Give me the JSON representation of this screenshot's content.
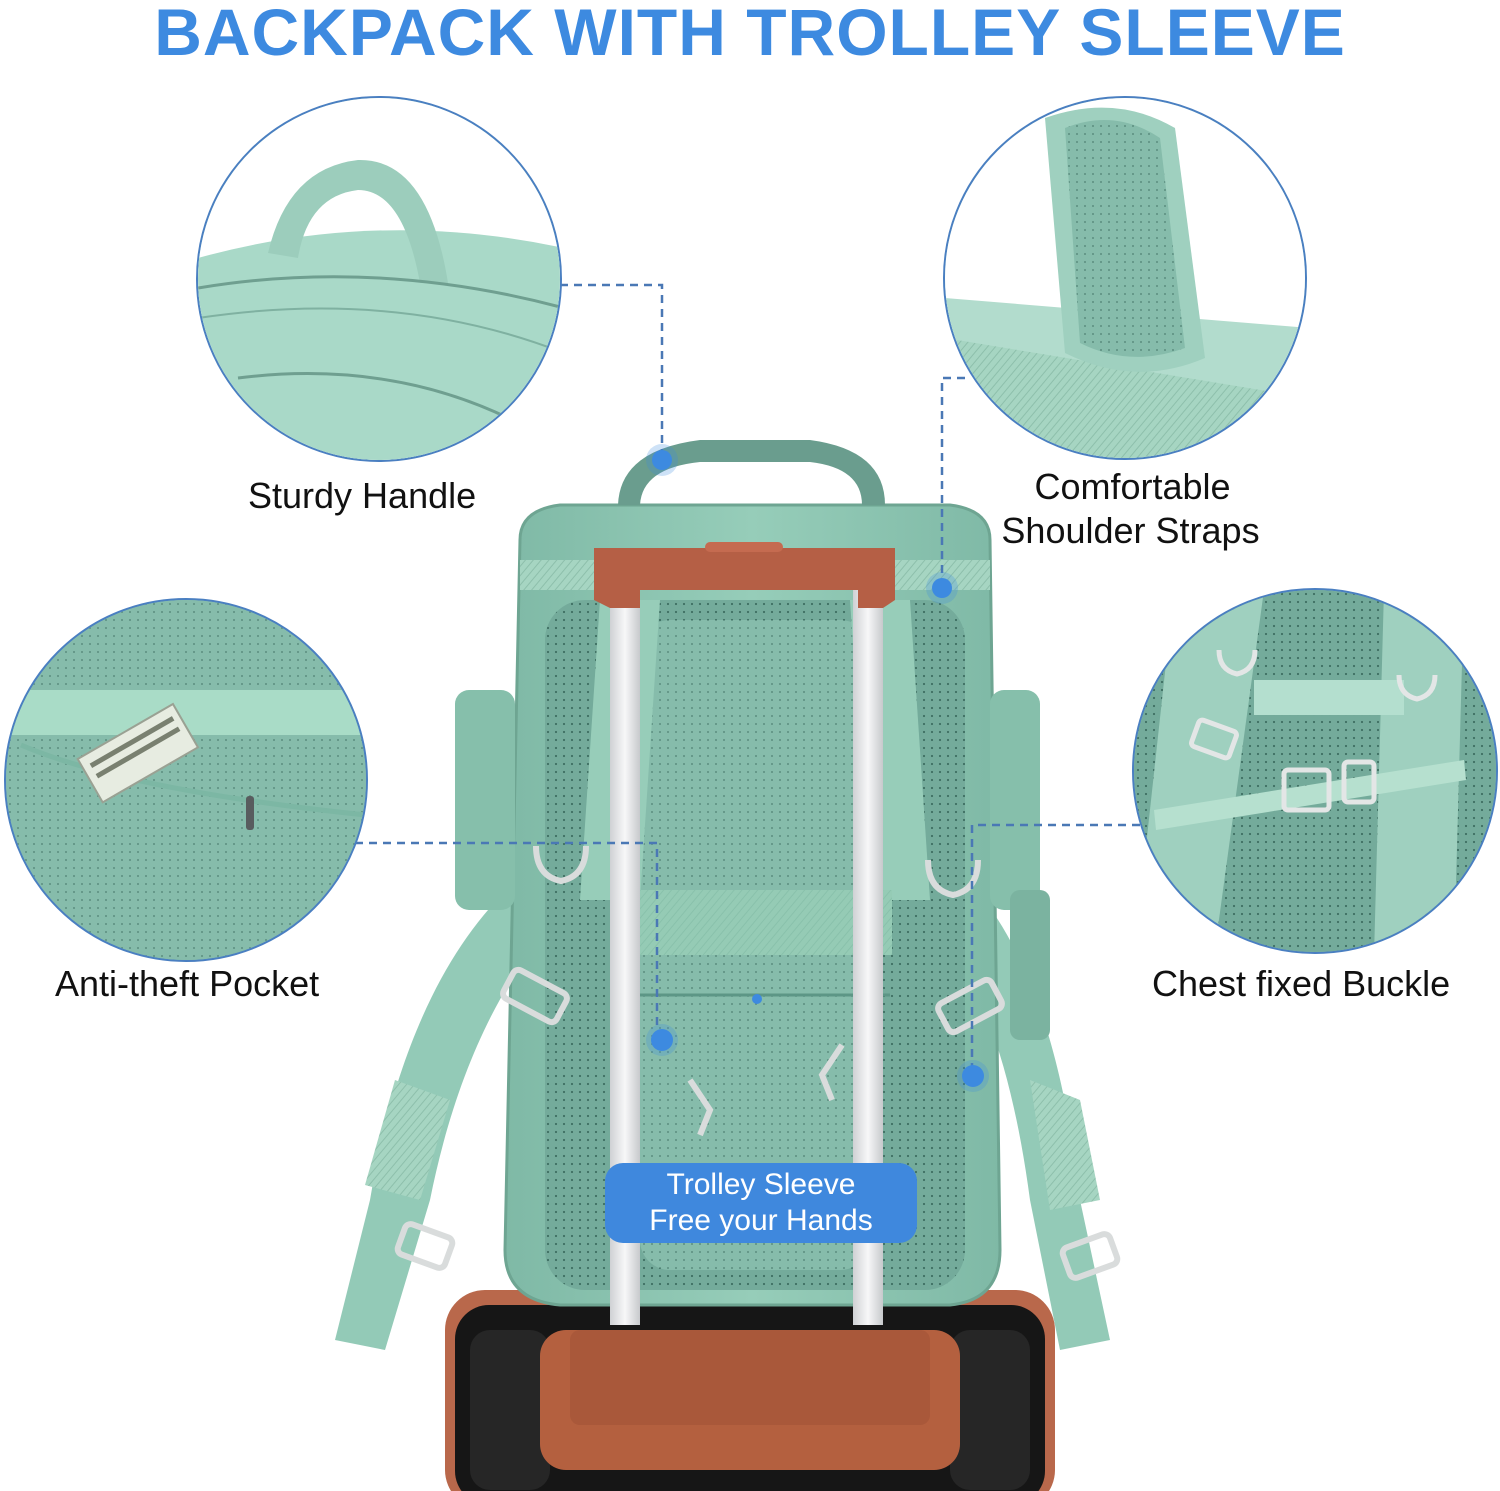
{
  "title": "BACKPACK WITH TROLLEY SLEEVE",
  "colors": {
    "accent_blue": "#3d8ae0",
    "callout_border": "#4a7fc1",
    "backpack_green": "#8fc6b4",
    "mesh_green": "#6fa898",
    "handle_brown": "#b65f46",
    "suitcase_black": "#1a1a1a",
    "trolley_silver": "#e8e8ea"
  },
  "callouts": [
    {
      "id": "sturdy-handle",
      "label": "Sturdy Handle",
      "icon": "handle-detail"
    },
    {
      "id": "shoulder-straps",
      "label_line1": "Comfortable",
      "label_line2": "Shoulder Straps",
      "icon": "mesh-strap-detail"
    },
    {
      "id": "anti-theft-pocket",
      "label": "Anti-theft Pocket",
      "icon": "hidden-pocket-detail"
    },
    {
      "id": "chest-buckle",
      "label": "Chest fixed Buckle",
      "icon": "buckle-detail"
    }
  ],
  "feature_badge": {
    "line1": "Trolley Sleeve",
    "line2": "Free your Hands"
  }
}
